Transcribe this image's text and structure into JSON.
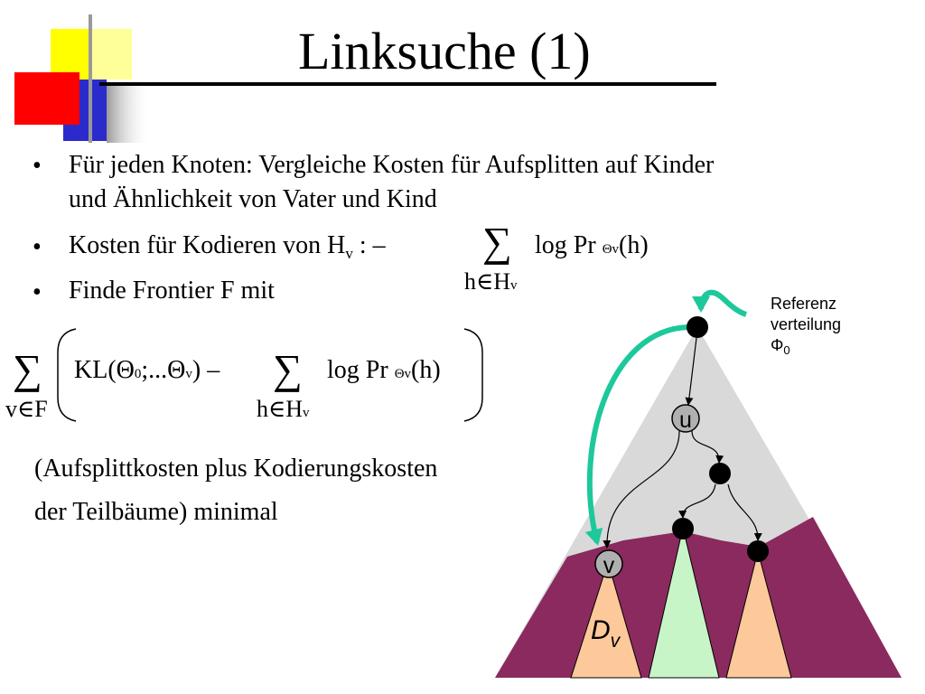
{
  "title": "Linksuche (1)",
  "bullets": {
    "b1_line1": "Für jeden Knoten: Vergleiche Kosten für Aufsplitten auf Kinder",
    "b1_line2": "und Ähnlichkeit von Vater und Kind",
    "b2_prefix": "Kosten  für Kodieren von H",
    "b2_sub": "v",
    "b2_suffix": " : –",
    "b3": "Finde Frontier F mit",
    "marker": "•"
  },
  "formula1": {
    "sum": "∑",
    "sum_index": "h∈H",
    "sum_index_sub": "v",
    "term": "log Pr",
    "theta_sub": "Θv",
    "arg": "(h)"
  },
  "formula2": {
    "outer_sum": "∑",
    "outer_index": "v∈F",
    "kl": "KL(Θ",
    "kl_sub0": "0",
    "kl_mid": ";...Θ",
    "kl_subv": "v",
    "kl_end": ") –",
    "inner_sum": "∑",
    "inner_index": "h∈H",
    "inner_index_sub": "v",
    "term": "log Pr",
    "theta_sub": "Θv",
    "arg": "(h)"
  },
  "note": {
    "line1": "(Aufsplittkosten plus Kodierungskosten",
    "line2": "der Teilbäume) minimal"
  },
  "diagram": {
    "ref_line1": "Referenz",
    "ref_line2": "verteilung",
    "ref_line3": "Φ",
    "ref_sub": "0",
    "node_u": "u",
    "node_v": "v",
    "dv_label": "D",
    "dv_sub": "v",
    "colors": {
      "gray_region": "#d9d9d9",
      "purple_region": "#8b2a5e",
      "orange_subtree": "#fdc99a",
      "green_subtree": "#c8f5c8",
      "arrow": "#1dc89a",
      "deco_yellow": "#ffff00",
      "deco_light_yellow": "#ffff99",
      "deco_red": "#ff0000",
      "deco_blue": "#2b2bcc"
    }
  }
}
